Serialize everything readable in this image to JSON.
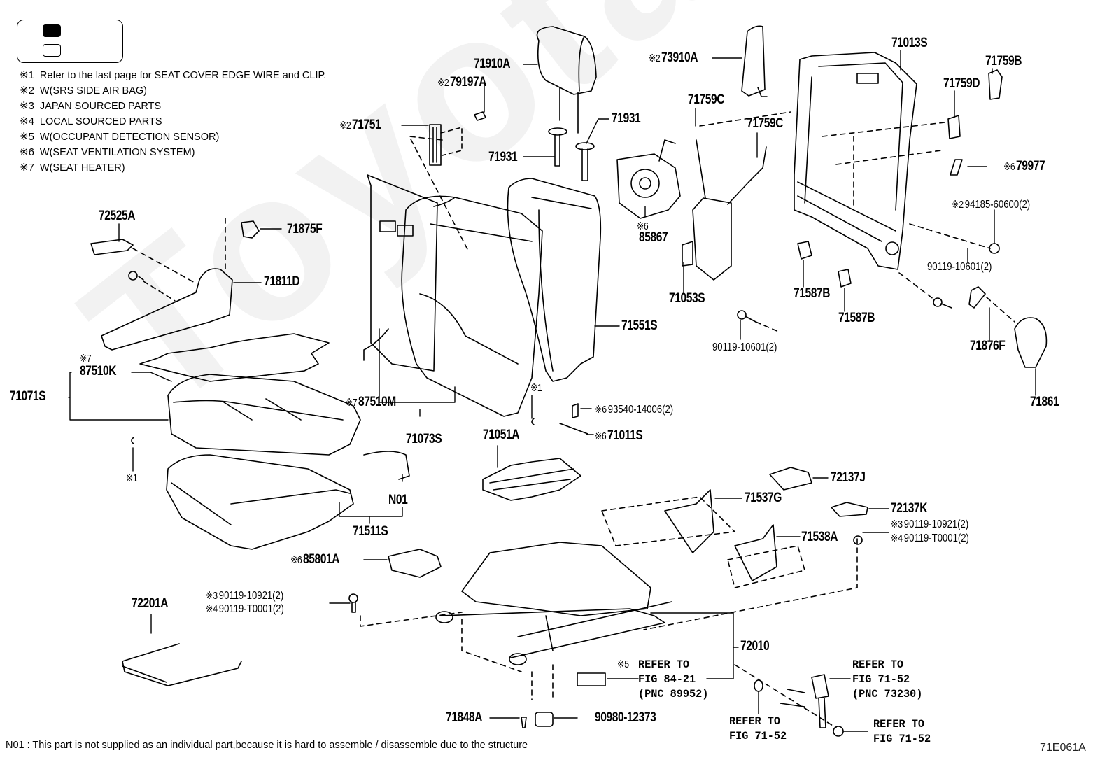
{
  "watermark": "ToyotaGarMinsk",
  "legend": {
    "filled_icon": "filled-rectangle",
    "empty_icon": "empty-rectangle"
  },
  "notes": [
    {
      "mark": "※1",
      "text": "Refer to the last page for SEAT COVER EDGE WIRE and CLIP."
    },
    {
      "mark": "※2",
      "text": "W(SRS SIDE AIR BAG)"
    },
    {
      "mark": "※3",
      "text": "JAPAN SOURCED PARTS"
    },
    {
      "mark": "※4",
      "text": "LOCAL SOURCED PARTS"
    },
    {
      "mark": "※5",
      "text": "W(OCCUPANT DETECTION SENSOR)"
    },
    {
      "mark": "※6",
      "text": "W(SEAT VENTILATION SYSTEM)"
    },
    {
      "mark": "※7",
      "text": "W(SEAT HEATER)"
    }
  ],
  "parts": {
    "p71910A": {
      "mark": "",
      "number": "71910A"
    },
    "p79197A": {
      "mark": "※2",
      "number": "79197A"
    },
    "p71751": {
      "mark": "※2",
      "number": "71751"
    },
    "p71931a": {
      "mark": "",
      "number": "71931"
    },
    "p71931b": {
      "mark": "",
      "number": "71931"
    },
    "p73910A": {
      "mark": "※2",
      "number": "73910A"
    },
    "p71759Ca": {
      "mark": "",
      "number": "71759C"
    },
    "p71759Cb": {
      "mark": "",
      "number": "71759C"
    },
    "p85867": {
      "mark": "※6",
      "number": "85867"
    },
    "p71053S": {
      "mark": "",
      "number": "71053S"
    },
    "p71013S": {
      "mark": "",
      "number": "71013S"
    },
    "p71759B": {
      "mark": "",
      "number": "71759B"
    },
    "p71759D": {
      "mark": "",
      "number": "71759D"
    },
    "p79977": {
      "mark": "※6",
      "number": "79977"
    },
    "p94185": {
      "mark": "※2",
      "number": "94185-60600(2)"
    },
    "p90119_10601a": {
      "mark": "",
      "number": "90119-10601(2)"
    },
    "p90119_10601b": {
      "mark": "",
      "number": "90119-10601(2)"
    },
    "p71587Ba": {
      "mark": "",
      "number": "71587B"
    },
    "p71587Bb": {
      "mark": "",
      "number": "71587B"
    },
    "p71876F": {
      "mark": "",
      "number": "71876F"
    },
    "p71861": {
      "mark": "",
      "number": "71861"
    },
    "p72525A": {
      "mark": "",
      "number": "72525A"
    },
    "p71875F": {
      "mark": "",
      "number": "71875F"
    },
    "p71811D": {
      "mark": "",
      "number": "71811D"
    },
    "p87510K": {
      "mark": "※7",
      "number": "87510K"
    },
    "p71071S": {
      "mark": "",
      "number": "71071S"
    },
    "p87510M": {
      "mark": "※7",
      "number": "87510M"
    },
    "p71073S": {
      "mark": "",
      "number": "71073S"
    },
    "p71551S": {
      "mark": "",
      "number": "71551S"
    },
    "p71051A": {
      "mark": "",
      "number": "71051A"
    },
    "p93540": {
      "mark": "※6",
      "number": "93540-14006(2)"
    },
    "p71011S": {
      "mark": "※6",
      "number": "71011S"
    },
    "pN01": {
      "mark": "",
      "number": "N01"
    },
    "p71511S": {
      "mark": "",
      "number": "71511S"
    },
    "p85801A": {
      "mark": "※6",
      "number": "85801A"
    },
    "p72137J": {
      "mark": "",
      "number": "72137J"
    },
    "p71537G": {
      "mark": "",
      "number": "71537G"
    },
    "p72137K": {
      "mark": "",
      "number": "72137K"
    },
    "p71538A": {
      "mark": "",
      "number": "71538A"
    },
    "p90119_10921_r": {
      "mark": "※3",
      "number": "90119-10921(2)"
    },
    "p90119_T0001_r": {
      "mark": "※4",
      "number": "90119-T0001(2)"
    },
    "p90119_10921_l": {
      "mark": "※3",
      "number": "90119-10921(2)"
    },
    "p90119_T0001_l": {
      "mark": "※4",
      "number": "90119-T0001(2)"
    },
    "p72201A": {
      "mark": "",
      "number": "72201A"
    },
    "p72010": {
      "mark": "",
      "number": "72010"
    },
    "p71848A": {
      "mark": "",
      "number": "71848A"
    },
    "p90980": {
      "mark": "",
      "number": "90980-12373"
    },
    "m1a": {
      "mark": "※1",
      "number": ""
    },
    "m1b": {
      "mark": "※1",
      "number": ""
    }
  },
  "references": {
    "ref_84_21": {
      "mark": "※5",
      "text": "REFER TO\nFIG 84-21\n(PNC 89952)"
    },
    "ref_71_52_buckle": {
      "text": "REFER TO\nFIG 71-52\n(PNC 73230)"
    },
    "ref_71_52_washer": {
      "text": "REFER TO\nFIG 71-52"
    },
    "ref_71_52_nut": {
      "text": "REFER TO\nFIG 71-52"
    }
  },
  "footnote": "N01 : This part is not supplied as an individual part,because it is hard to assemble / disassemble due to the structure",
  "figure_id": "71E061A"
}
